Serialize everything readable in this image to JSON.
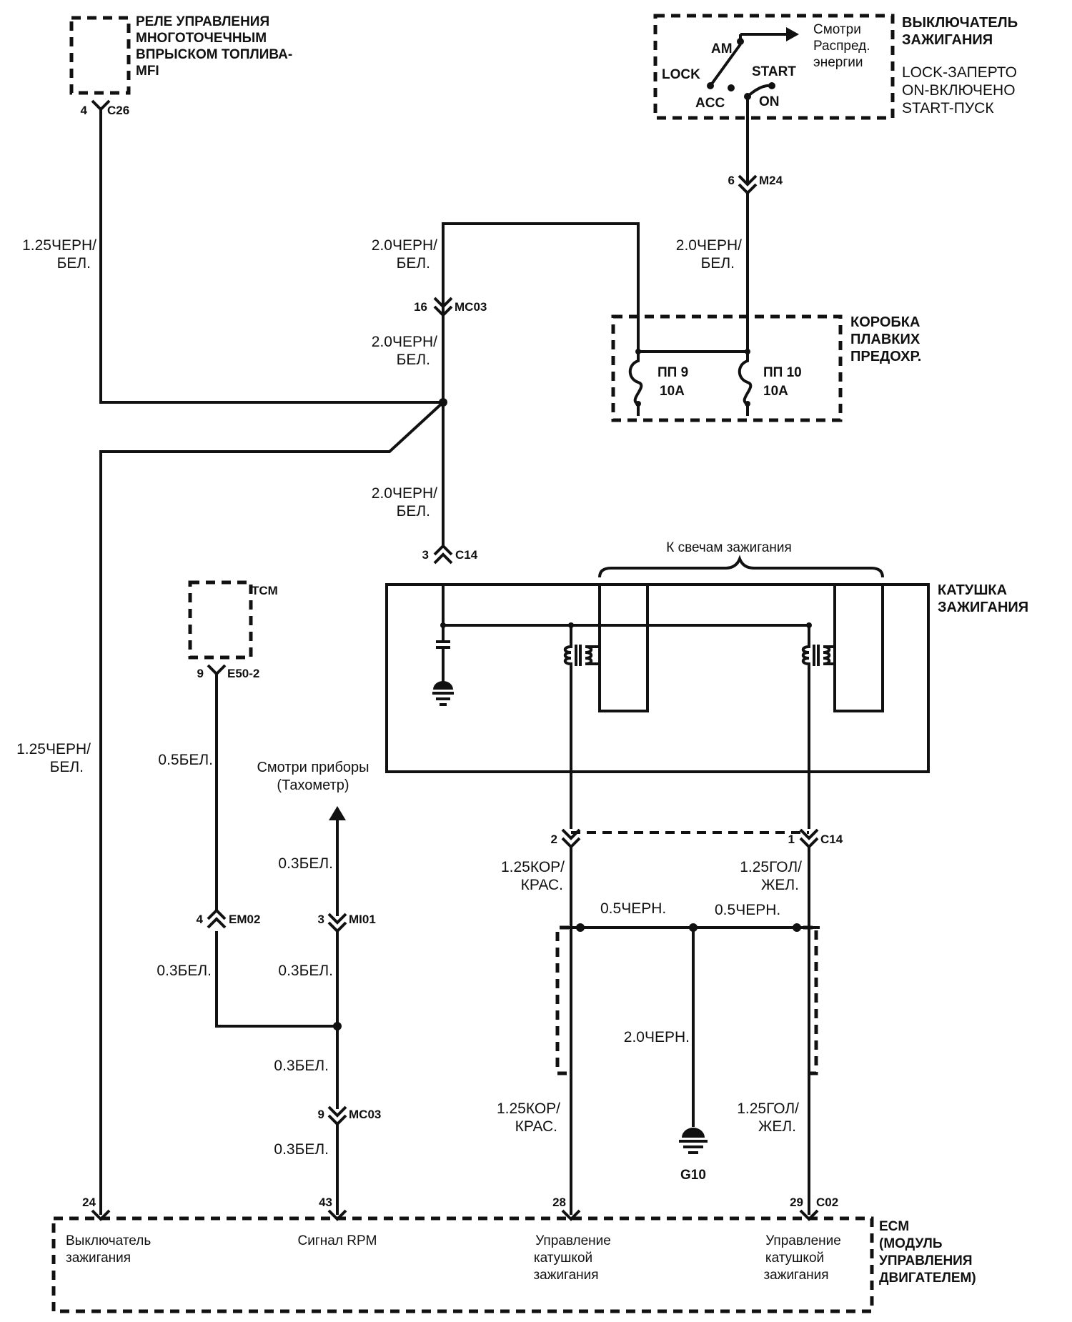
{
  "components": {
    "mfi_relay": {
      "label_lines": [
        "РЕЛЕ УПРАВЛЕНИЯ",
        "МНОГОТОЧЕЧНЫМ",
        "ВПРЫСКОМ ТОПЛИВА-",
        "MFI"
      ]
    },
    "ignition_switch": {
      "label_lines": [
        "ВЫКЛЮЧАТЕЛЬ",
        "ЗАЖИГАНИЯ"
      ],
      "legend_lines": [
        "LOCK-ЗАПЕРТО",
        "ON-ВКЛЮЧЕНО",
        "START-ПУСК"
      ],
      "positions": {
        "am": "AM",
        "lock": "LOCK",
        "start": "START",
        "acc": "ACC",
        "on": "ON"
      },
      "ref_lines": [
        "Смотри",
        "Распред.",
        "энергии"
      ]
    },
    "fuse_box": {
      "label_lines": [
        "КОРОБКА",
        "ПЛАВКИХ",
        "ПРЕДОХР."
      ],
      "fuse9": {
        "name": "ПП 9",
        "rating": "10А"
      },
      "fuse10": {
        "name": "ПП 10",
        "rating": "10А"
      }
    },
    "ignition_coil": {
      "label_lines": [
        "КАТУШКА",
        "ЗАЖИГАНИЯ"
      ],
      "to_plugs": "К свечам зажигания"
    },
    "tcm": {
      "label": "TCM"
    },
    "tachometer_ref": {
      "lines": [
        "Смотри приборы",
        "(Тахометр)"
      ]
    },
    "ground": {
      "label": "G10"
    },
    "ecm": {
      "label_lines": [
        "ECM",
        "(МОДУЛЬ",
        "УПРАВЛЕНИЯ",
        "ДВИГАТЕЛЕМ)"
      ],
      "pins": [
        {
          "num": "24",
          "lines": [
            "Выключатель",
            "зажигания"
          ]
        },
        {
          "num": "43",
          "lines": [
            "Сигнал RPM"
          ]
        },
        {
          "num": "28",
          "lines": [
            "Управление",
            "катушкой",
            "зажигания"
          ]
        },
        {
          "num": "29",
          "lines": [
            "Управление",
            "катушкой",
            "зажигания"
          ]
        }
      ],
      "connector": "C02"
    }
  },
  "connectors": {
    "c26": {
      "pin": "4",
      "name": "C26"
    },
    "m24": {
      "pin": "6",
      "name": "M24"
    },
    "mc03": {
      "pin": "16",
      "name": "MC03"
    },
    "c14_top": {
      "pin": "3",
      "name": "C14"
    },
    "e50": {
      "pin": "9",
      "name": "E50-2"
    },
    "em02": {
      "pin": "4",
      "name": "EM02"
    },
    "mi01": {
      "pin": "3",
      "name": "MI01"
    },
    "mc03_low": {
      "pin": "9",
      "name": "MC03"
    },
    "c14_low_left": {
      "pin": "2"
    },
    "c14_low_right": {
      "pin": "1",
      "name": "C14"
    }
  },
  "wires": {
    "w_relay": [
      "1.25ЧЕРН/",
      "БЕЛ."
    ],
    "w_mid_top": [
      "2.0ЧЕРН/",
      "БЕЛ."
    ],
    "w_sw": [
      "2.0ЧЕРН/",
      "БЕЛ."
    ],
    "w_mid2": [
      "2.0ЧЕРН/",
      "БЕЛ."
    ],
    "w_mid3": [
      "2.0ЧЕРН/",
      "БЕЛ."
    ],
    "w_left_low": [
      "1.25ЧЕРН/",
      "БЕЛ."
    ],
    "w_tcm": "0.5БЕЛ.",
    "w_tcm_low": "0.3БЕЛ.",
    "w_tach": "0.3БЕЛ.",
    "w_tach2": "0.3БЕЛ.",
    "w_rpm1": "0.3БЕЛ.",
    "w_rpm2": "0.3БЕЛ.",
    "w_coil_l": [
      "1.25КОР/",
      "КРАС."
    ],
    "w_coil_r": [
      "1.25ГОЛ/",
      "ЖЕЛ."
    ],
    "w_shield_l": "0.5ЧЕРН.",
    "w_shield_r": "0.5ЧЕРН.",
    "w_gnd": "2.0ЧЕРН.",
    "w_ecm_l": [
      "1.25КОР/",
      "КРАС."
    ],
    "w_ecm_r": [
      "1.25ГОЛ/",
      "ЖЕЛ."
    ]
  }
}
